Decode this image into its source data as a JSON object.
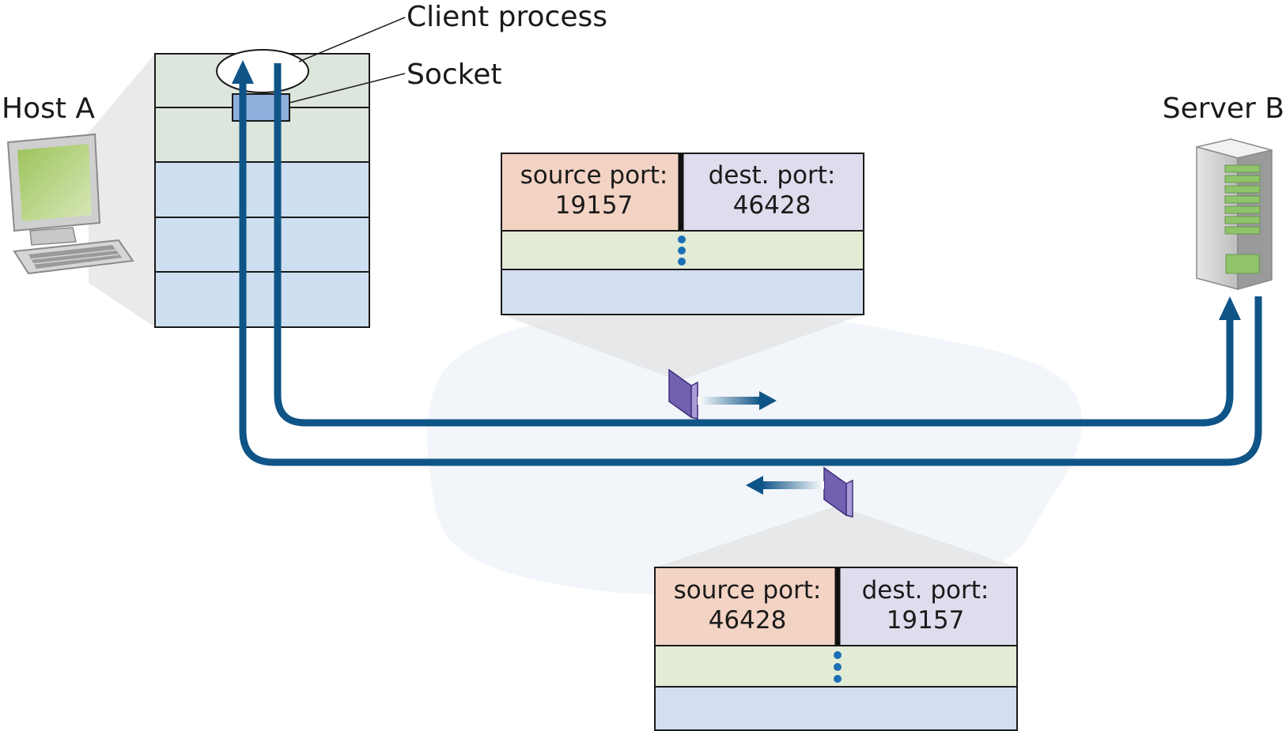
{
  "labels": {
    "host": "Host A",
    "server": "Server B",
    "client_process": "Client process",
    "socket": "Socket"
  },
  "segment_to_server": {
    "source_label": "source port:",
    "source_value": "19157",
    "dest_label": "dest. port:",
    "dest_value": "46428"
  },
  "segment_to_client": {
    "source_label": "source port:",
    "source_value": "46428",
    "dest_label": "dest. port:",
    "dest_value": "19157"
  },
  "colors": {
    "path": "#0f5487",
    "source_cell": "#f3d3c4",
    "dest_cell": "#ddddee",
    "data_row": "#e2ebd5",
    "lower_row": "#d3dff0",
    "stack_top": "#dde6dc",
    "stack_bottom": "#cddff0",
    "socket": "#8fb0dd",
    "packet": "#7260b0",
    "cloud": "#f2f5fa"
  }
}
